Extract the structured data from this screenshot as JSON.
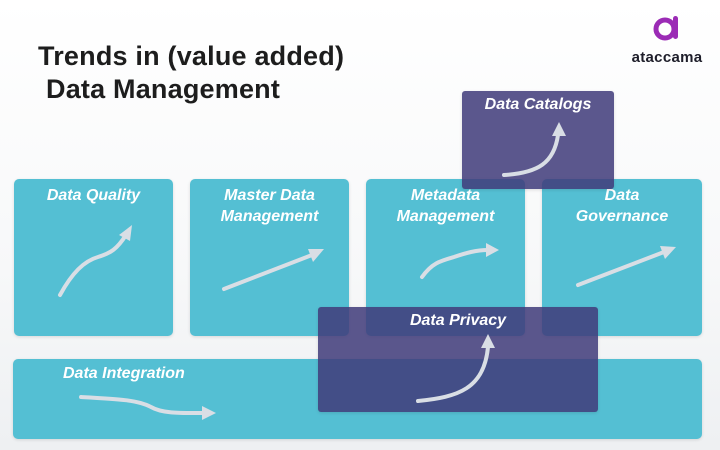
{
  "title": {
    "line1": "Trends in (value added)",
    "line2": "Data Management"
  },
  "logo": {
    "text": "ataccama",
    "icon": "ataccama-logo-icon",
    "color": "#9b2bb5"
  },
  "colors": {
    "box": "#54bfd3",
    "overlay": "#403b7a",
    "arrow": "#d9dee5"
  },
  "boxes": {
    "data_quality": "Data Quality",
    "master_data": "Master Data\nManagement",
    "metadata": "Metadata\nManagement",
    "governance": "Data\nGovernance",
    "catalogs": "Data Catalogs",
    "privacy": "Data Privacy",
    "integration": "Data Integration"
  }
}
